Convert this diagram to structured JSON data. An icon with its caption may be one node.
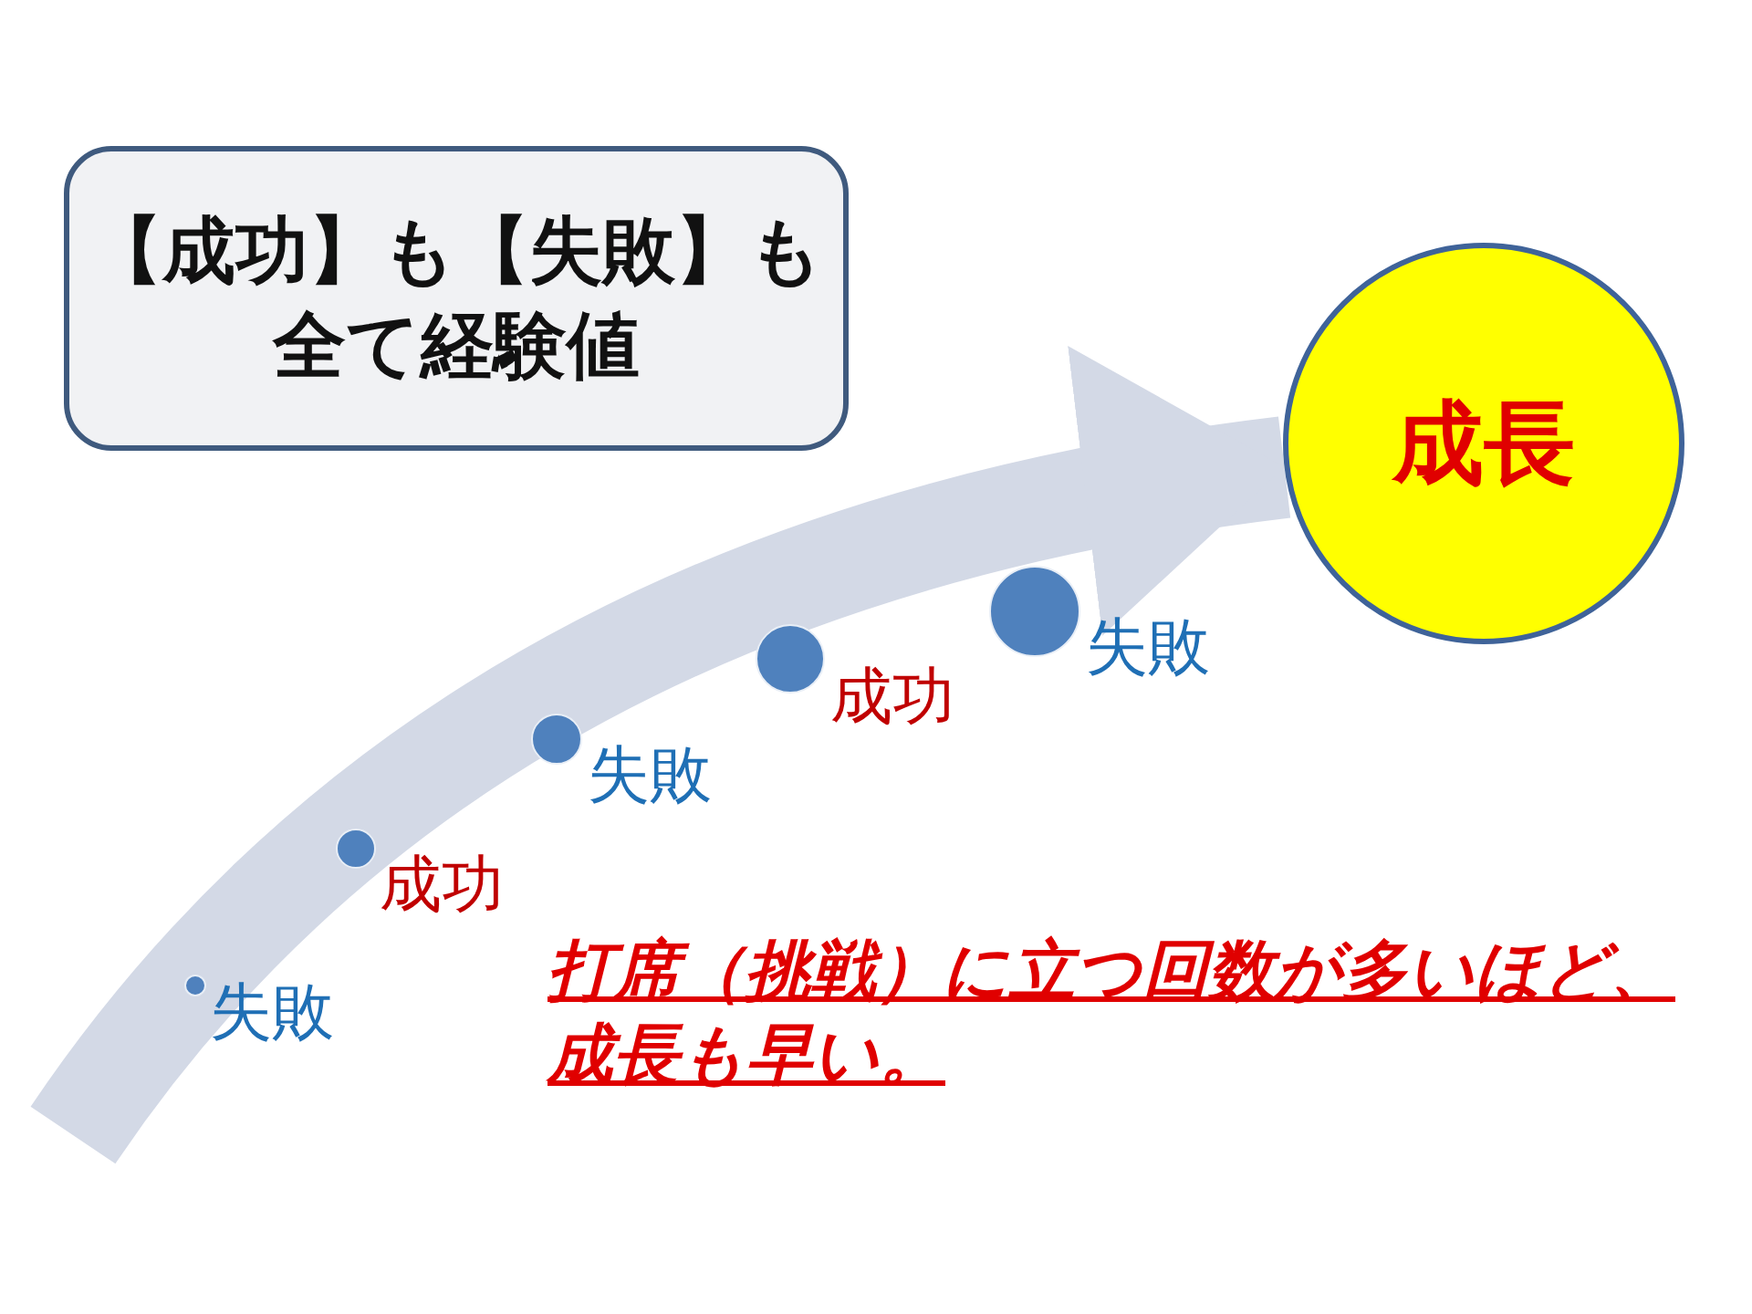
{
  "diagram": {
    "nodes": [
      {
        "text": [
          "【成功】も【失敗】も全て経験値"
        ]
      },
      {
        "text": [
          "成長"
        ]
      },
      {
        "text": [],
        "shape": "circle",
        "beside": [
          "失敗"
        ]
      },
      {
        "text": [],
        "shape": "circle",
        "beside": [
          "成功"
        ]
      },
      {
        "text": [],
        "shape": "circle",
        "beside": [
          "失敗"
        ]
      },
      {
        "text": [],
        "shape": "circle",
        "beside": [
          "成功"
        ]
      },
      {
        "text": [],
        "shape": "circle",
        "beside": [
          "失敗"
        ]
      }
    ],
    "edges": [
      {
        "from": null,
        "to": 1,
        "arrow": "to"
      }
    ],
    "labels": [
      "打席（挑戦）に立つ回数が多いほど、成長も早い。"
    ]
  }
}
